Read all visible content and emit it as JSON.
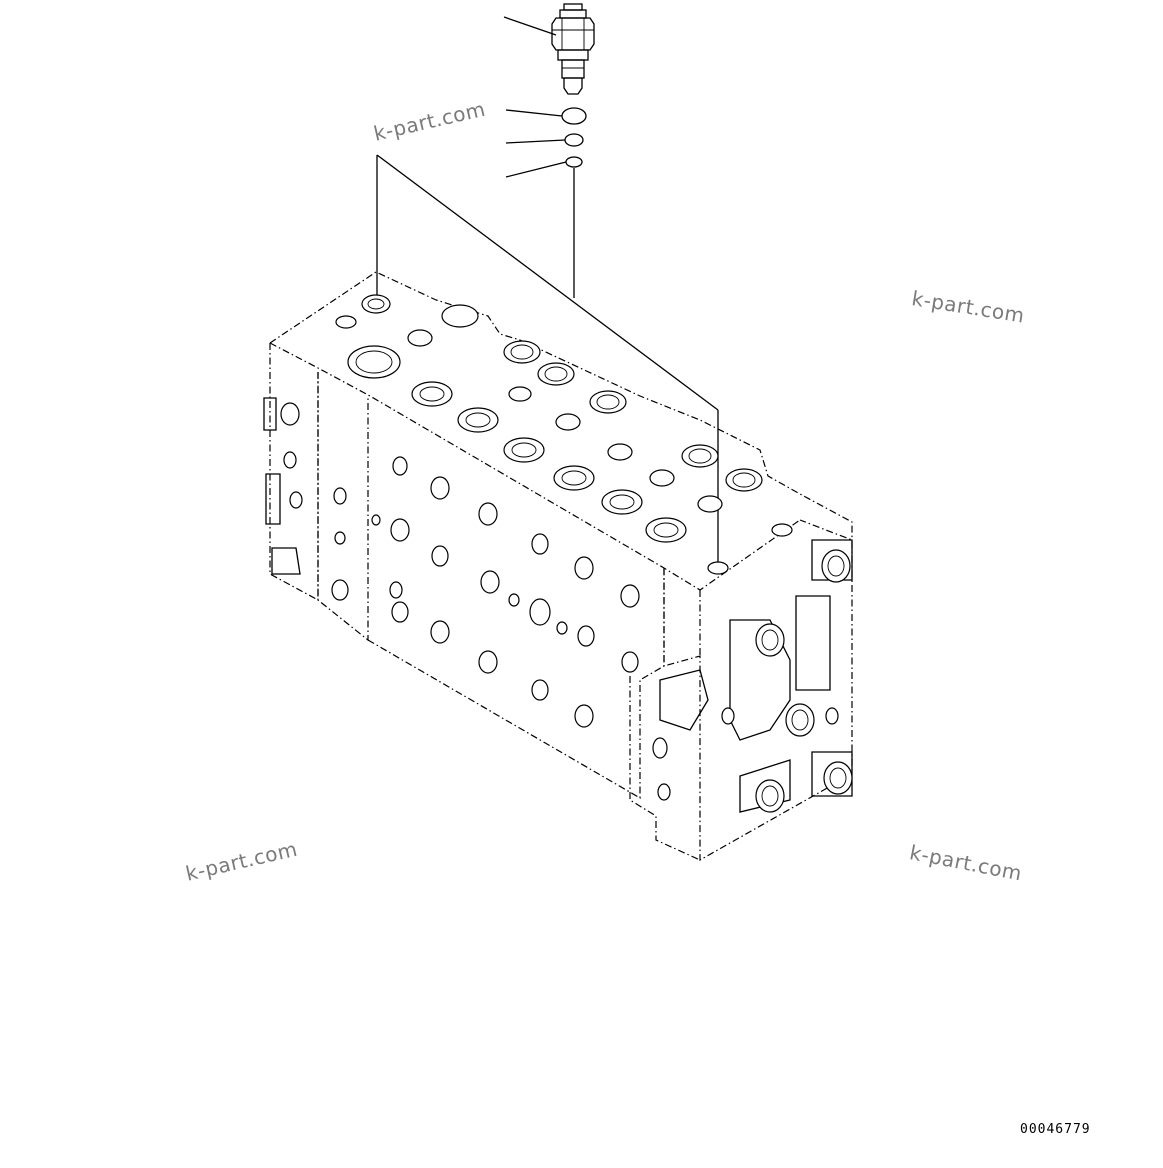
{
  "watermarks": [
    "k-part.com",
    "k-part.com",
    "k-part.com",
    "k-part.com"
  ],
  "drawing_number": "00046779",
  "parts": [
    "valve-cartridge",
    "o-ring-large",
    "o-ring-medium",
    "o-ring-small",
    "control-valve-body"
  ]
}
